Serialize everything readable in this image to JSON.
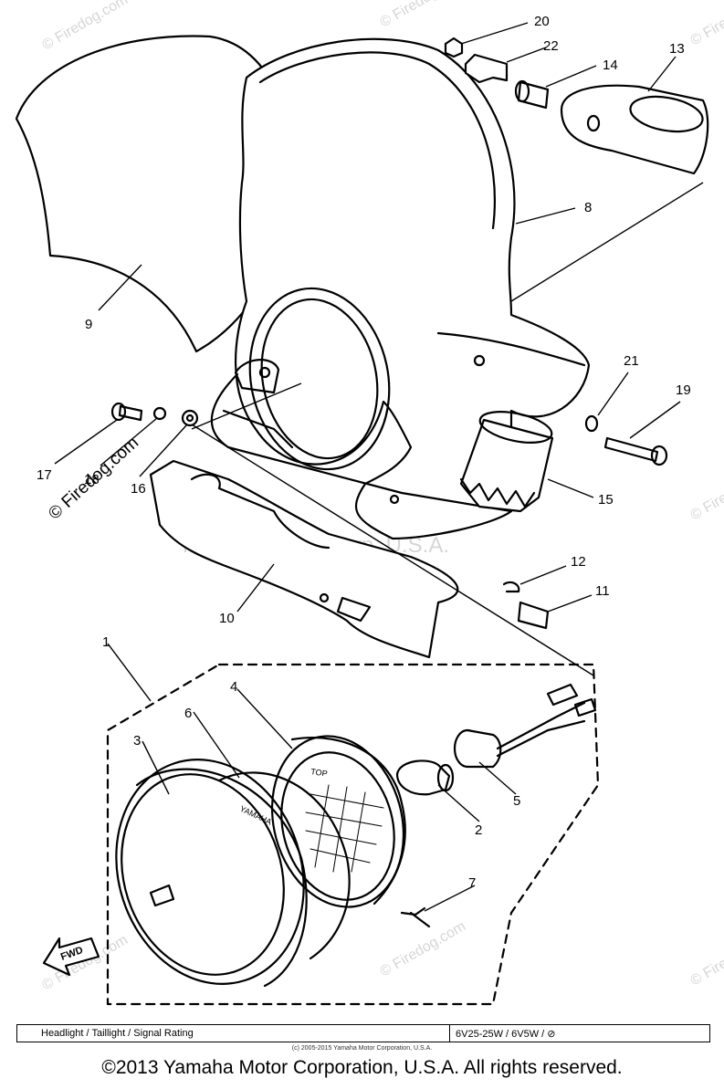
{
  "watermark": {
    "firedog": "© Firedog.com",
    "yamaha": "Yamaha Motor Corp, U.S.A."
  },
  "diagram": {
    "callouts": [
      "20",
      "22",
      "14",
      "13",
      "8",
      "9",
      "21",
      "19",
      "17",
      "18",
      "16",
      "15",
      "12",
      "11",
      "10",
      "1",
      "4",
      "6",
      "3",
      "2",
      "5",
      "7"
    ],
    "fwd_label": "FWD",
    "lens_top_text": "TOP",
    "rim_text": "YAMAHA"
  },
  "table": {
    "left": "Headlight / Taillight / Signal Rating",
    "right": "6V25-25W / 6V5W / ⊘"
  },
  "small_copyright": "(c) 2005-2015 Yamaha Motor Corporation, U.S.A.",
  "main_copyright": "©2013 Yamaha Motor Corporation, U.S.A. All rights reserved."
}
